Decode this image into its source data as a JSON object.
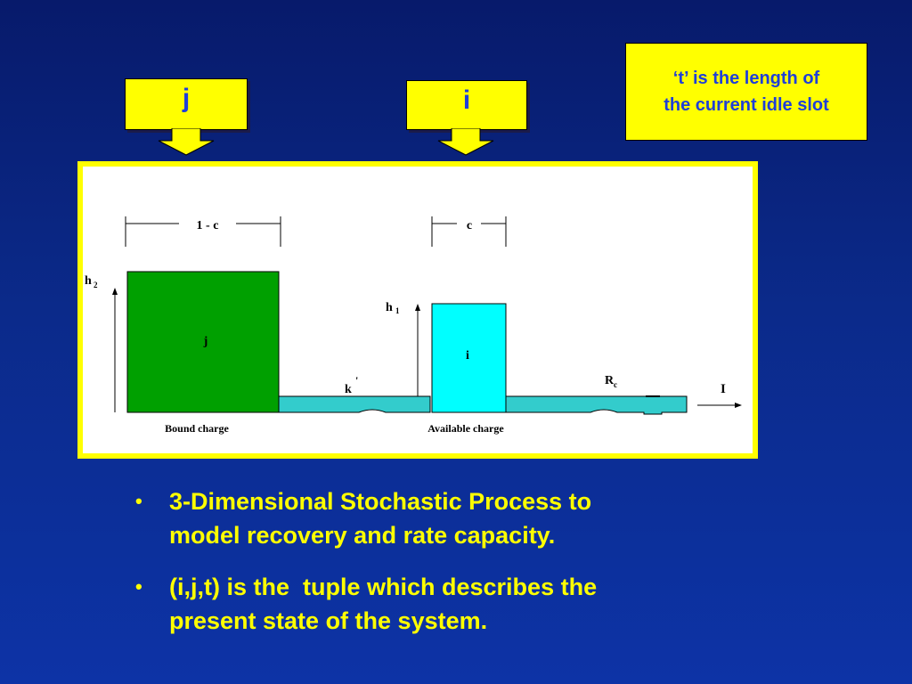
{
  "labels": {
    "j_box": "j",
    "i_box": "i",
    "note_line1": "‘t’ is the length of",
    "note_line2": "the current idle slot"
  },
  "diagram": {
    "bound_width_label": "1 - c",
    "available_width_label": "c",
    "h2_label": "h",
    "h2_sub": "2",
    "h1_label": "h",
    "h1_sub": "1",
    "j_tank_label": "j",
    "i_tank_label": "i",
    "k_label": "k",
    "k_prime": "'",
    "rc_label": "R",
    "rc_sub": "c",
    "current_label": "I",
    "bound_caption": "Bound charge",
    "available_caption": "Available charge",
    "colors": {
      "bound_fill": "#00a000",
      "available_fill": "#00ffff",
      "channel_fill": "#33cccc"
    }
  },
  "bullets": [
    {
      "line1": "3-Dimensional Stochastic Process to",
      "line2": "model recovery and rate capacity."
    },
    {
      "line1": "(i,j,t) is the  tuple which describes the",
      "line2": "present state of the system."
    }
  ]
}
